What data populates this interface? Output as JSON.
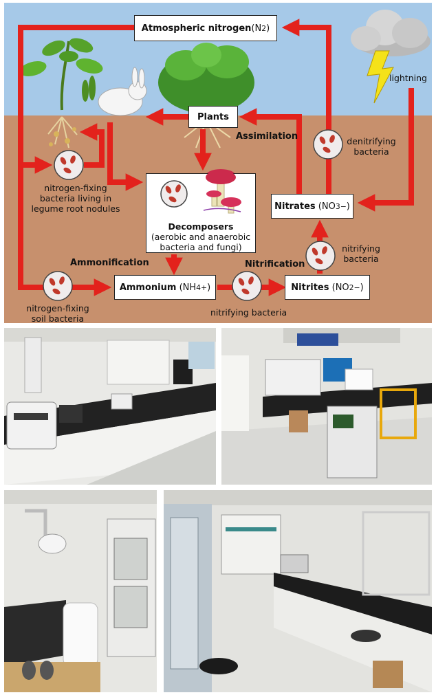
{
  "diagram": {
    "nodes": {
      "atmospheric": {
        "title": "Atmospheric nitrogen",
        "formula": "(N",
        "sub": "2",
        "tail": ")"
      },
      "plants": "Plants",
      "nitrates": {
        "title": "Nitrates",
        "formula": "(NO",
        "sub": "3",
        "sup": "−",
        "tail": ")"
      },
      "ammonium": {
        "title": "Ammonium",
        "formula": "(NH",
        "sub": "4",
        "sup": "+",
        "tail": ")"
      },
      "nitrites": {
        "title": "Nitrites",
        "formula": "(NO",
        "sub": "2",
        "sup": "−",
        "tail": ")"
      },
      "decomposers": {
        "title": "Decomposers",
        "line1": "(aerobic and anaerobic",
        "line2": "bacteria and fungi)"
      }
    },
    "labels": {
      "lightning": "lightning",
      "assimilation": "Assimilation",
      "denitrifying_1": "denitrifying",
      "denitrifying_2": "bacteria",
      "legume_1": "nitrogen-fixing",
      "legume_2": "bacteria living in",
      "legume_3": "legume root nodules",
      "nitrifying_1": "nitrifying",
      "nitrifying_2": "bacteria",
      "ammonification": "Ammonification",
      "nitrification": "Nitrification",
      "soil_1": "nitrogen-fixing",
      "soil_2": "soil bacteria",
      "nitrifying_bottom": "nitrifying bacteria"
    },
    "colors": {
      "sky": "#a6c9e8",
      "soil": "#c7906d",
      "arrow": "#e3221c",
      "bacteria": "#c0392b"
    }
  }
}
